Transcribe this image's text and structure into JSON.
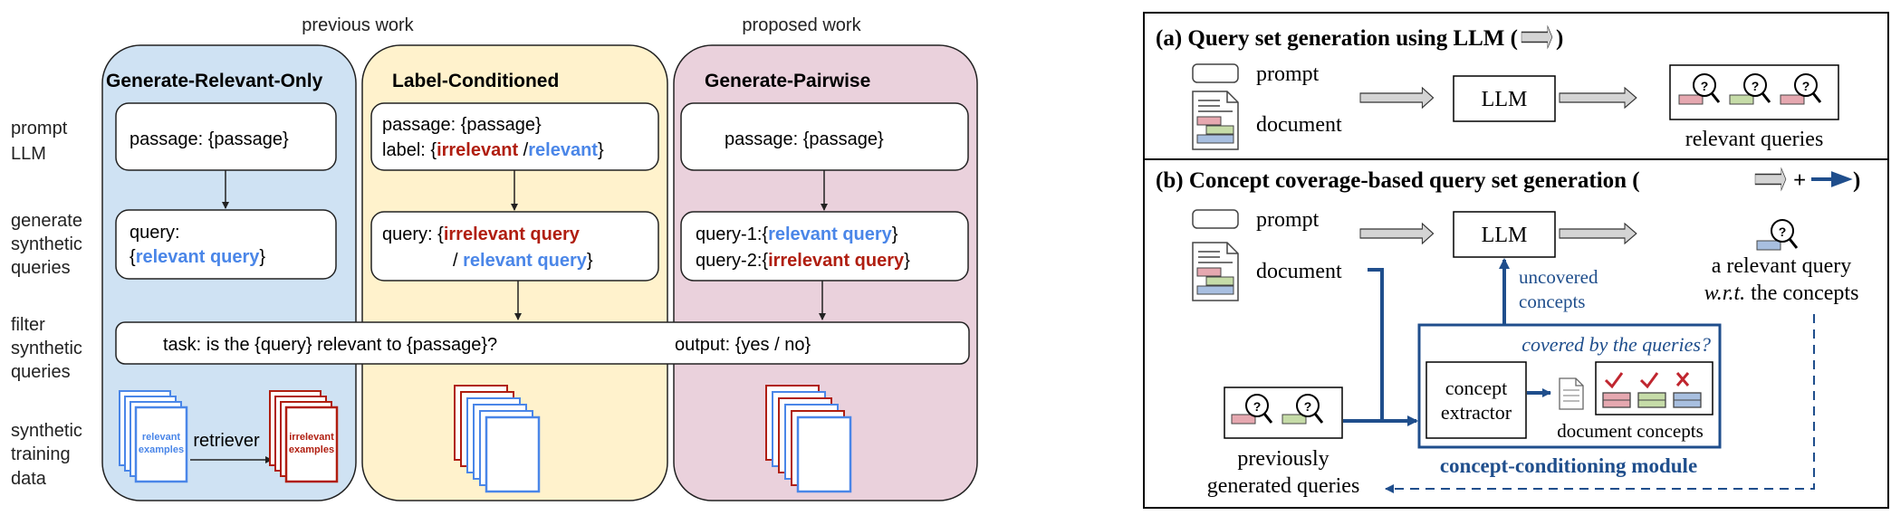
{
  "colors": {
    "blue": "#4a86e8",
    "red": "#b01e10",
    "dark_blue": "#1f4e8c",
    "col1": "#cfe2f3",
    "col2": "#fff2cc",
    "col3": "#ead1dc"
  },
  "left": {
    "previous_label": "previous work",
    "proposed_label": "proposed work",
    "col_titles": [
      "Generate-Relevant-Only",
      "Label-Conditioned",
      "Generate-Pairwise"
    ],
    "row_labels": [
      [
        "prompt",
        "LLM"
      ],
      [
        "generate",
        "synthetic",
        "queries"
      ],
      [
        "filter",
        "synthetic",
        "queries"
      ],
      [
        "synthetic",
        "training",
        "data"
      ]
    ],
    "c1": {
      "prompt": "passage: {passage}",
      "q_l1": "query:",
      "q_l2_a": "{",
      "q_l2_b": "relevant query",
      "q_l2_c": "}"
    },
    "c2": {
      "p_l1": "passage: {passage}",
      "p_l2_a": "label: {",
      "p_l2_b": "irrelevant",
      "p_l2_c": " /",
      "p_l2_d": "relevant",
      "p_l2_e": "}",
      "q_l1_a": "query: {",
      "q_l1_b": "irrelevant query",
      "q_l2_a": "/ ",
      "q_l2_b": "relevant query",
      "q_l2_c": "}"
    },
    "c3": {
      "prompt": "passage: {passage}",
      "q1_a": "query-1:{",
      "q1_b": "relevant query",
      "q1_c": "}",
      "q2_a": "query-2:{",
      "q2_b": "irrelevant query",
      "q2_c": "}"
    },
    "filter": {
      "task": "task: is the {query} relevant to {passage}?",
      "output": "output: {yes / no}"
    },
    "data": {
      "rel_l1": "relevant",
      "rel_l2": "examples",
      "retriever": "retriever",
      "irr_l1": "irrelevant",
      "irr_l2": "examples"
    }
  },
  "right": {
    "a_prefix": "(a)",
    "a_title": "Query set generation using LLM (",
    "b_prefix": "(b)",
    "b_title": "Concept coverage-based query set generation (",
    "b_plus": "+",
    "prompt": "prompt",
    "document": "document",
    "llm": "LLM",
    "relevant_queries": "relevant queries",
    "uncovered_l1": "uncovered",
    "uncovered_l2": "concepts",
    "rel_query_l1": "a relevant query",
    "rel_query_wrt": "w.r.t.",
    "rel_query_rest": " the concepts",
    "covered": "covered by the queries?",
    "extractor_l1": "concept",
    "extractor_l2": "extractor",
    "doc_concepts": "document concepts",
    "module": "concept-conditioning module",
    "prev_l1": "previously",
    "prev_l2": "generated queries"
  }
}
